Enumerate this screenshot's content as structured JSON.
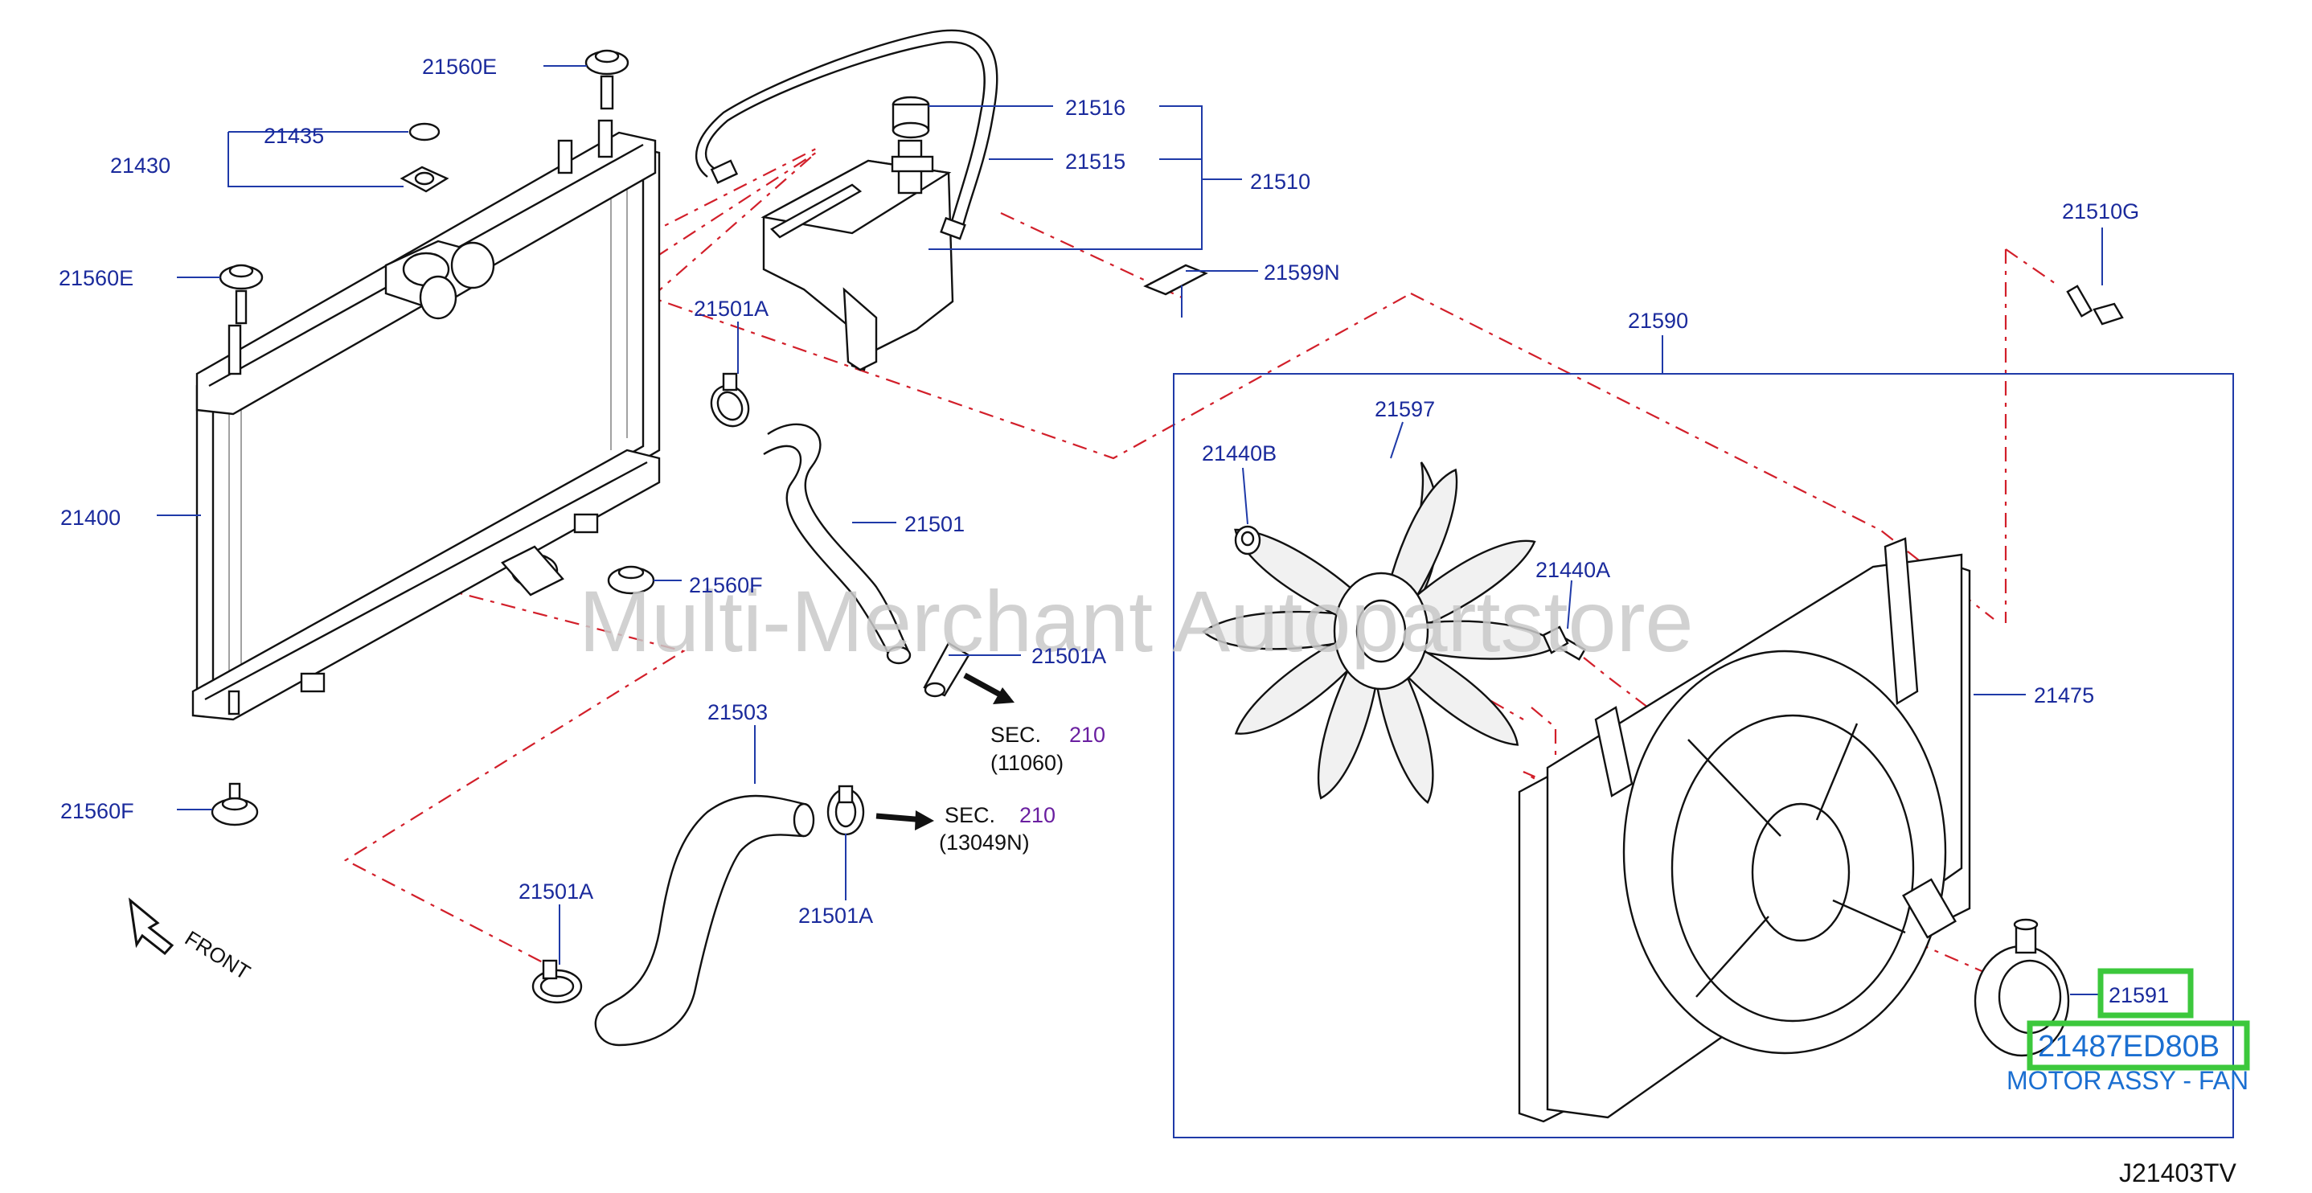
{
  "labels": {
    "p21560E_top": "21560E",
    "p21435": "21435",
    "p21430": "21430",
    "p21560E_left": "21560E",
    "p21400": "21400",
    "p21560F_mid": "21560F",
    "p21560F_bot": "21560F",
    "p21516": "21516",
    "p21515": "21515",
    "p21510": "21510",
    "p21599N": "21599N",
    "p21501A_top": "21501A",
    "p21501": "21501",
    "p21501A_mid": "21501A",
    "p21503": "21503",
    "p21501A_low": "21501A",
    "p21501A_left": "21501A",
    "p21590": "21590",
    "p21510G": "21510G",
    "p21597": "21597",
    "p21440B": "21440B",
    "p21440A": "21440A",
    "p21475": "21475",
    "p21591": "21591"
  },
  "sections": [
    {
      "sec": "SEC.",
      "num": "210",
      "code": "(11060)"
    },
    {
      "sec": "SEC.",
      "num": "210",
      "code": "(13049N)"
    }
  ],
  "highlight": {
    "part_number": "21487ED80B",
    "description": "MOTOR ASSY - FAN"
  },
  "front_label": "FRONT",
  "watermark": "Multi-Merchant Autopartstore",
  "diagram_id": "J21403TV",
  "colors": {
    "label": "#1a2a9c",
    "dash_line": "#d21f2a",
    "highlight_box": "#3cc83c",
    "highlight_text": "#1b6fd1",
    "section_number": "#6a1fa0"
  },
  "icons": [
    "front-arrow-icon",
    "flow-arrow-icon"
  ]
}
